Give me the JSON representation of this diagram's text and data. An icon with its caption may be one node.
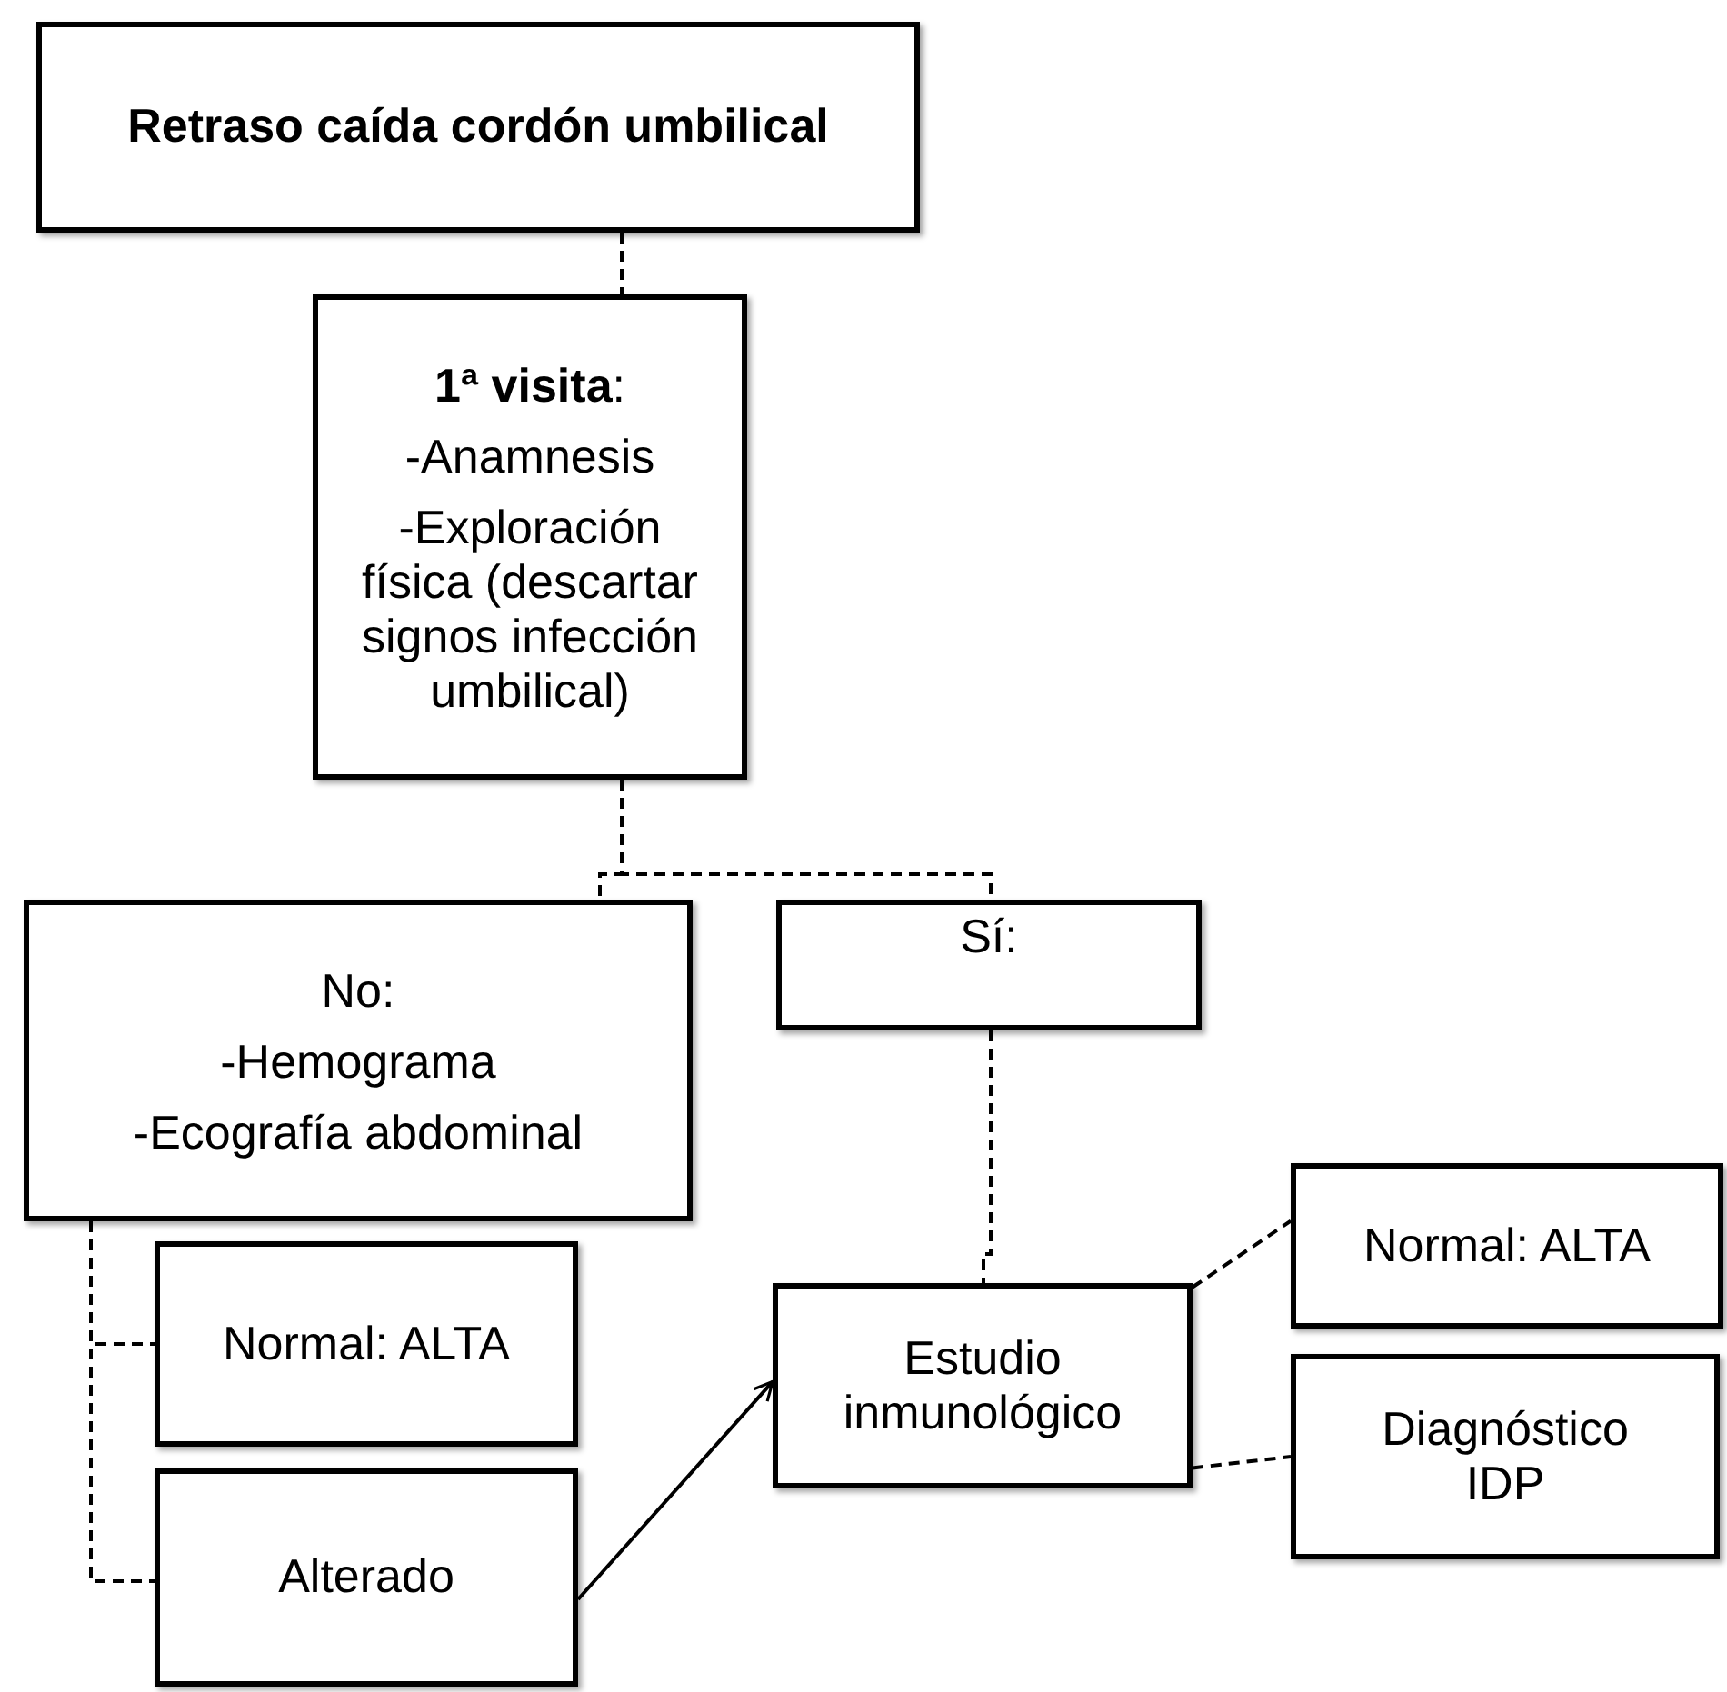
{
  "diagram": {
    "nodes": [
      {
        "text": [
          "Retraso caída cordón umbilical"
        ]
      },
      {
        "text": [
          "**1ª visita**:",
          "-Anamnesis",
          "-Exploración física (descartar signos infección umbilical)"
        ]
      },
      {
        "text": [
          "No:",
          "-Hemograma",
          "-Ecografía abdominal"
        ]
      },
      {
        "text": [
          "Sí:"
        ]
      },
      {
        "text": [
          "Normal: ALTA"
        ]
      },
      {
        "text": [
          "Alterado"
        ]
      },
      {
        "text": [
          "Estudio inmunológico"
        ]
      },
      {
        "text": [
          "Normal: ALTA"
        ]
      },
      {
        "text": [
          "Diagnóstico IDP"
        ]
      }
    ],
    "edges": [
      {
        "from": 0,
        "to": 1,
        "arrow": "none",
        "style": "dashed"
      },
      {
        "from": 1,
        "to": 2,
        "arrow": "none",
        "style": "dashed"
      },
      {
        "from": 1,
        "to": 3,
        "arrow": "none",
        "style": "dashed"
      },
      {
        "from": 3,
        "to": 6,
        "arrow": "none",
        "style": "dashed"
      },
      {
        "from": 2,
        "to": 4,
        "arrow": "none",
        "style": "dashed"
      },
      {
        "from": 2,
        "to": 5,
        "arrow": "none",
        "style": "dashed"
      },
      {
        "from": 5,
        "to": 6,
        "arrow": "to"
      },
      {
        "from": 6,
        "to": 7,
        "arrow": "none",
        "style": "dashed"
      },
      {
        "from": 6,
        "to": 8,
        "arrow": "none",
        "style": "dashed"
      }
    ]
  }
}
